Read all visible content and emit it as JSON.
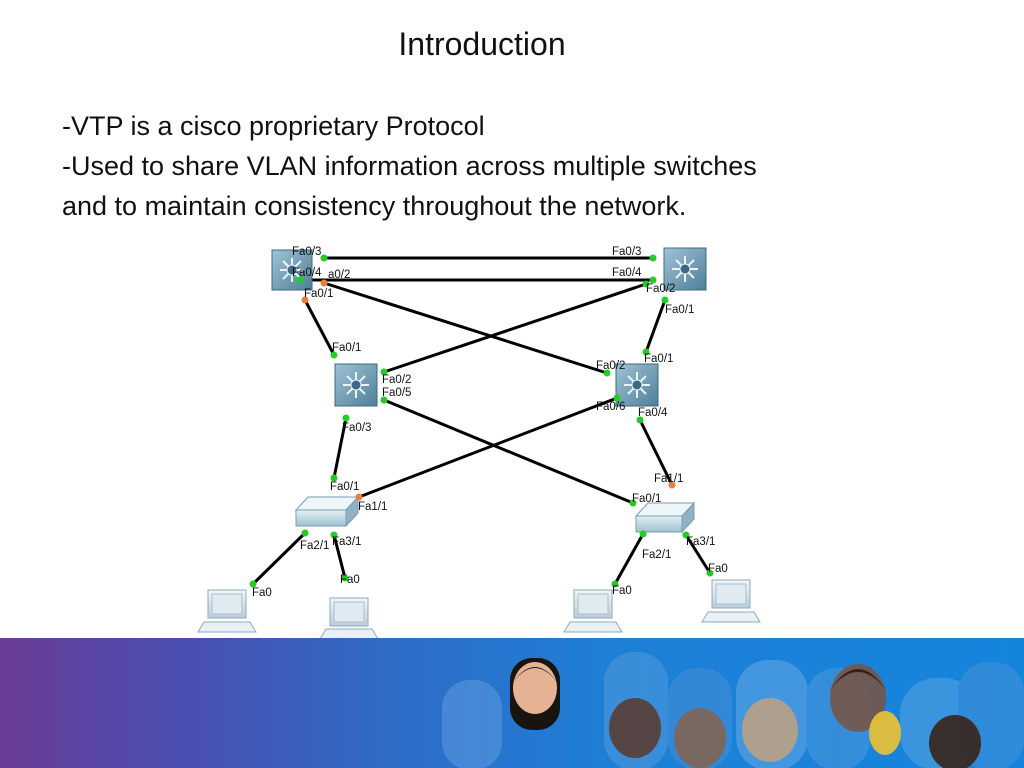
{
  "slide": {
    "title": "Introduction",
    "bullets": [
      "-VTP is a cisco proprietary Protocol",
      "-Used to share VLAN information across multiple switches",
      "and to maintain consistency throughout the network."
    ]
  },
  "diagram": {
    "devices": [
      {
        "id": "mls-top-left",
        "type": "multilayer-switch"
      },
      {
        "id": "mls-top-right",
        "type": "multilayer-switch"
      },
      {
        "id": "mls-mid-left",
        "type": "multilayer-switch"
      },
      {
        "id": "mls-mid-right",
        "type": "multilayer-switch"
      },
      {
        "id": "sw-left",
        "type": "switch"
      },
      {
        "id": "sw-right",
        "type": "switch"
      },
      {
        "id": "pc-1",
        "type": "pc"
      },
      {
        "id": "pc-2",
        "type": "pc"
      },
      {
        "id": "pc-3",
        "type": "pc"
      },
      {
        "id": "pc-4",
        "type": "pc"
      }
    ],
    "port_labels": {
      "tl_fa03": "Fa0/3",
      "tl_fa04": "Fa0/4",
      "tl_fa02": "a0/2",
      "tl_fa01": "Fa0/1",
      "tr_fa03": "Fa0/3",
      "tr_fa04": "Fa0/4",
      "tr_fa02": "Fa0/2",
      "tr_fa01": "Fa0/1",
      "ml_fa01": "Fa0/1",
      "ml_fa02": "Fa0/2",
      "ml_fa05": "Fa0/5",
      "ml_fa03": "Fa0/3",
      "mr_fa01": "Fa0/1",
      "mr_fa02": "Fa0/2",
      "mr_fa06": "Fa0/6",
      "mr_fa04": "Fa0/4",
      "sl_fa01": "Fa0/1",
      "sl_fa11": "Fa1/1",
      "sl_fa21": "Fa2/1",
      "sl_fa31": "Fa3/1",
      "sr_fa11": "Fa1/1",
      "sr_fa01": "Fa0/1",
      "sr_fa21": "Fa2/1",
      "sr_fa31": "Fa3/1",
      "pc1_fa0": "Fa0",
      "pc2_fa0": "Fa0",
      "pc3_fa0": "Fa0",
      "pc4_fa0": "Fa0"
    },
    "link_colors": {
      "cable": "#000000",
      "port_up": "#22cc22",
      "port_down": "#e8803c"
    }
  },
  "banner": {
    "photos": [
      "person-photo",
      "person-photo",
      "person-photo",
      "person-photo",
      "person-photo",
      "person-photo",
      "person-photo"
    ]
  }
}
